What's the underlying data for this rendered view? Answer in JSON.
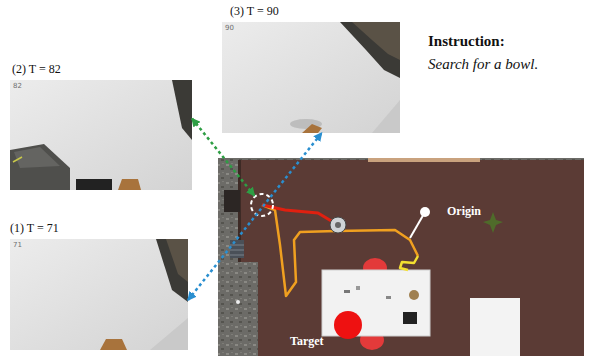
{
  "diagram": {
    "nodes": [
      {
        "text": [
          "(3) T = 90",
          "90"
        ]
      },
      {
        "text": [
          "(2) T = 82",
          "82"
        ]
      },
      {
        "text": [
          "(1) T = 71",
          "71"
        ]
      },
      {
        "text": [
          "Origin",
          "Target"
        ]
      }
    ],
    "edges": [
      {
        "from": 2,
        "to": 0,
        "arrow": "both"
      },
      {
        "from": 3,
        "to": 1,
        "arrow": "both"
      }
    ],
    "labels": [
      "Instruction:",
      "Search for a bowl."
    ]
  }
}
